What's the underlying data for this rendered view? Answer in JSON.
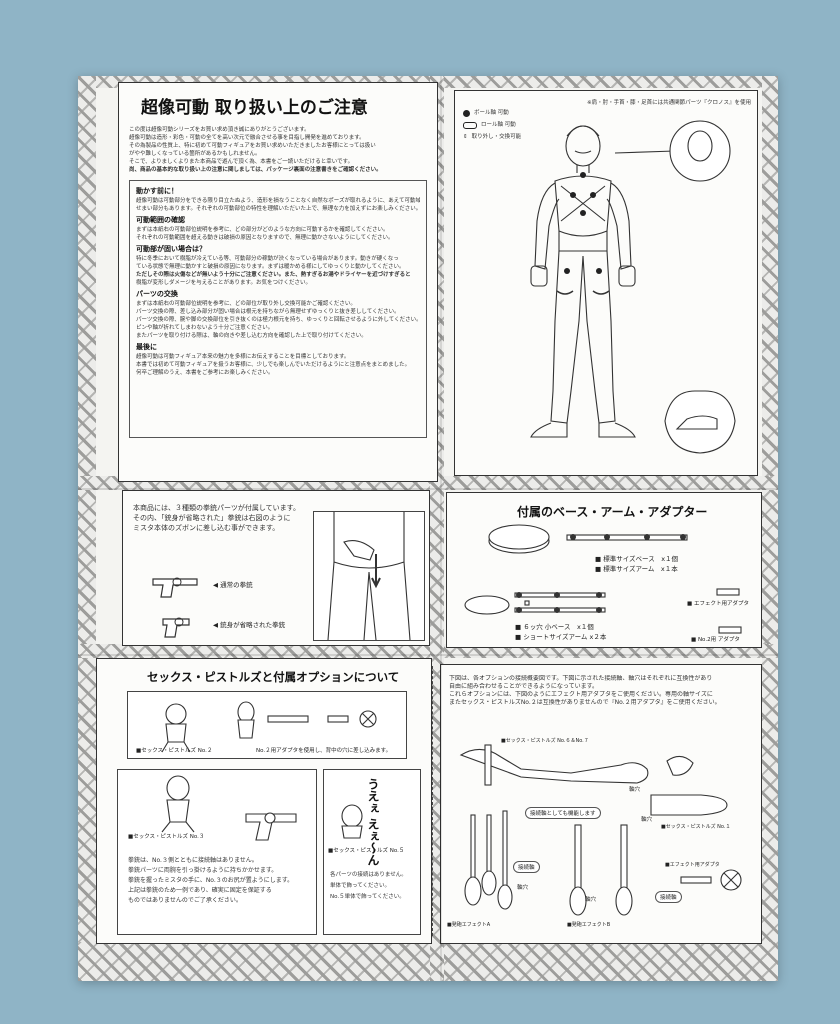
{
  "notice": {
    "title": "超像可動 取り扱い上のご注意",
    "intro": [
      "この度は超像可動シリーズをお買い求め頂き誠にありがとうございます。",
      "超像可動は造形・彩色・可動の全てを高い次元で融合させる事を目指し開発を進めております。",
      "その為製品の性質上、特に初めて可動フィギュアをお買い求めいただきましたお客様にとっては扱い",
      "がやや難しくなっている箇所があるかもしれません。",
      "そこで、よりましくよりまた本商品で遊んで頂く為、本書をご一読いただけると幸いです。",
      "尚、商品の基本的な取り扱い上の注意に関しましては、パッケージ裏面の注意書きをご確認ください。"
    ],
    "sections": [
      {
        "heading": "動かす前に！",
        "lines": [
          "超像可動は可動部分をできる限り目立たぬよう、造形を損なうことなく自然なポーズが取れるように、あえて可動域が",
          "せまい部分もあります。それぞれの可動部位の特性を理解いただいた上で、無理な力を加えずにお楽しみください。"
        ]
      },
      {
        "heading": "可動範囲の確認",
        "lines": [
          "まずは本紙右の可動部位説明を参考に、どの部分がどのような方向に可動するかを確認してください。",
          "それぞれの可動範囲を超える動きは破損の原因となりますので、無理に動かさないようにしてください。"
        ]
      },
      {
        "heading": "可動部が固い場合は？",
        "lines": [
          "特に冬季において樹脂が冷えている等、可動部分の稼動が渋くなっている場合があります。動きが硬くなっ",
          "ている状態で無理に動かすと破損の原因になります。まずは暖かめる様にしてゆっくりと動かしてください。",
          "ただしその際は火傷などが無いよう十分にご注意ください。また、熱すぎるお湯やドライヤーを近づけすぎると",
          "樹脂が変形しダメージを与えることがあります。お気をつけください。"
        ]
      },
      {
        "heading": "パーツの交換",
        "lines": [
          "まずは本紙右の可動部位説明を参考に、どの部位が取り外し交換可能かご確認ください。",
          "パーツ交換の際、差し込み部分が固い場合は根元を持ちながら無理せずゆっくりと抜き差ししてください。",
          "パーツ交換の際、腕や脚の交換部位を引き抜くのは極力根元を持ち、ゆっくりと回転させるように外してください。",
          "ピンや軸が折れてしまわないよう十分ご注意ください。",
          "またパーツを取り付ける際は、軸の向きや差し込む方向を確認した上で取り付けてください。"
        ]
      },
      {
        "heading": "最後に",
        "lines": [
          "超像可動は可動フィギュア本来の魅力を多様にお伝えすることを目標としております。",
          "本書では初めて可動フィギュアを扱うお客様に、少しでも楽しんでいただけるようにと注意点をまとめました。",
          "何卒ご理解のうえ、本書をご参考にお楽しみください。"
        ]
      }
    ]
  },
  "figure_panel": {
    "note": "※肩・肘・手首・膝・足首には共通関節パーツ『クロノス』を使用",
    "legend": [
      "ボール軸 可動",
      "ロール軸 可動",
      "取り外し・交換可能"
    ]
  },
  "guns_panel": {
    "text": [
      "本商品には、３種類の拳銃パーツが付属しています。",
      "その内、「銃身が省略された」拳銃は右図のように",
      "ミスタ本体のズボンに差し込む事ができます。"
    ],
    "gun1": "通常の拳銃",
    "gun2": "銃身が省略された拳銃"
  },
  "base_panel": {
    "title": "付属のベース・アーム・アダプター",
    "items1": [
      "■ 標準サイズベース　x１個",
      "■ 標準サイズアーム　x１本"
    ],
    "items2": [
      "■ ６ッ穴 小ベース　x１個",
      "■ ショートサイズアーム x２本"
    ],
    "adapter1": "■ エフェクト用アダプタ",
    "adapter2": "■ No.2用 アダプタ"
  },
  "pistols_panel": {
    "title": "セックス・ピストルズと付属オプションについて",
    "no2_label": "■セックス・ピストルズ No.２",
    "no2_note": "No.２用アダプタを使用し、背中の穴に差し込みます。",
    "no3_label": "■セックス・ピストルズ No.３",
    "no3_text": [
      "拳銃は、No.３側とともに接続軸はありません。",
      "拳銃パーツに両腕を引っ掛けるように持ちかかせます。",
      "拳銃を握ったミスタの手に、No.３のお尻が置ようにします。",
      "上記は拳銃のため一例であり、確実に固定を保証する",
      "ものではありませんのでご了承ください。"
    ],
    "no5_label": "■セックス・ピストルズ No.５",
    "no5_text": [
      "各パーツの接続はありません。",
      "単体で飾ってください。",
      "No.５単体で飾ってください。"
    ],
    "speech": [
      "うえぇ",
      "えぇ～ん"
    ]
  },
  "options_panel": {
    "text": [
      "下図は、各オプションの接続概要図です。下図に示された接続軸、軸穴はそれぞれに互換性があり",
      "自由に組み合わせることができるようになっています。",
      "これらオプションには、下図のようにエフェクト用アダプタをご使用ください。専用の軸サイズに",
      "またセックス・ピストルズNo.２は互換性がありませんので『No.２用アダプタ』をご使用ください。"
    ],
    "labels": {
      "no67": "■セックス・ピストルズ No.６＆No.７",
      "jikuana": "軸穴",
      "also_conn": "接続軸としても機能します",
      "no1": "■セックス・ピストルズ No.１",
      "effect_adapter": "■エフェクト用アダプタ",
      "connector": "接続軸",
      "effectA": "■発砲エフェクトA",
      "effectB": "■発砲エフェクトB"
    }
  }
}
